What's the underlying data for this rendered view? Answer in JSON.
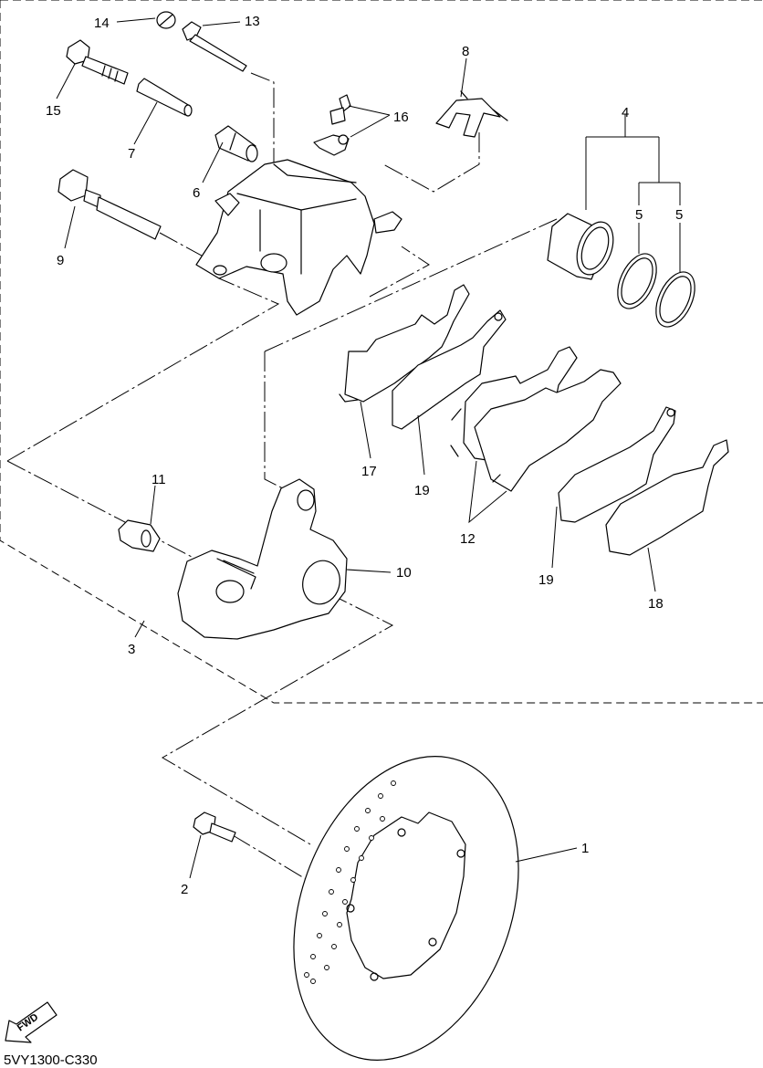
{
  "diagram": {
    "drawing_code": "5VY1300-C330",
    "fwd_label": "FWD",
    "callouts": [
      {
        "id": "c1",
        "label": "1",
        "part": "brake-disc"
      },
      {
        "id": "c2",
        "label": "2",
        "part": "disc-bolt"
      },
      {
        "id": "c3",
        "label": "3",
        "part": "caliper-assembly"
      },
      {
        "id": "c4",
        "label": "4",
        "part": "piston"
      },
      {
        "id": "c5a",
        "label": "5",
        "part": "seal"
      },
      {
        "id": "c5b",
        "label": "5",
        "part": "seal"
      },
      {
        "id": "c6",
        "label": "6",
        "part": "bushing"
      },
      {
        "id": "c7",
        "label": "7",
        "part": "pin"
      },
      {
        "id": "c8",
        "label": "8",
        "part": "spring-clip"
      },
      {
        "id": "c9",
        "label": "9",
        "part": "caliper-bolt"
      },
      {
        "id": "c10",
        "label": "10",
        "part": "caliper-bracket"
      },
      {
        "id": "c11",
        "label": "11",
        "part": "boot"
      },
      {
        "id": "c12",
        "label": "12",
        "part": "brake-pads"
      },
      {
        "id": "c13",
        "label": "13",
        "part": "pad-pin"
      },
      {
        "id": "c14",
        "label": "14",
        "part": "plug"
      },
      {
        "id": "c15",
        "label": "15",
        "part": "bolt"
      },
      {
        "id": "c16",
        "label": "16",
        "part": "bleed-screw"
      },
      {
        "id": "c17",
        "label": "17",
        "part": "shim"
      },
      {
        "id": "c18",
        "label": "18",
        "part": "shim"
      },
      {
        "id": "c19a",
        "label": "19",
        "part": "shim"
      },
      {
        "id": "c19b",
        "label": "19",
        "part": "shim"
      }
    ]
  }
}
